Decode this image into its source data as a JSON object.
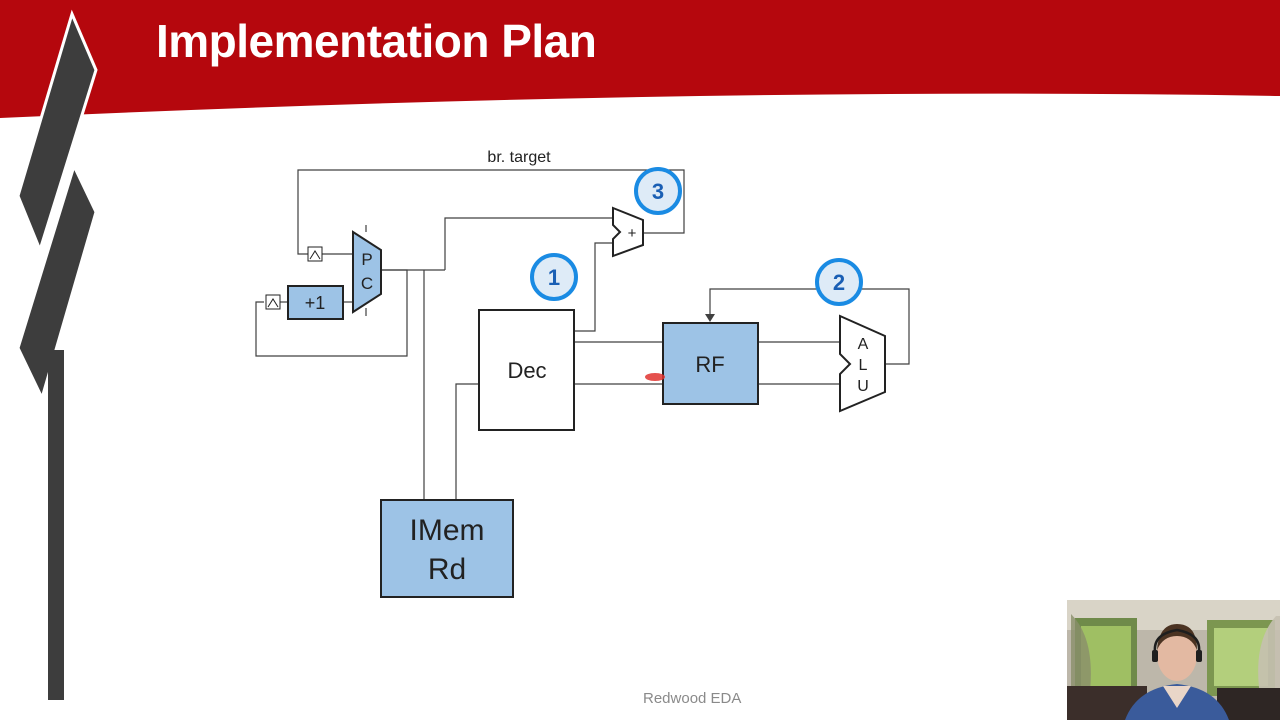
{
  "slide": {
    "title": "Implementation Plan",
    "footer": "Redwood EDA"
  },
  "diagram": {
    "wire_label": "br. target",
    "blocks": {
      "pc_mux": [
        "P",
        "C"
      ],
      "incrementer": "+1",
      "adder": "+",
      "decoder": "Dec",
      "register_file": "RF",
      "alu": [
        "A",
        "L",
        "U"
      ],
      "imem": [
        "IMem",
        "Rd"
      ]
    },
    "step_markers": [
      "1",
      "2",
      "3"
    ]
  },
  "colors": {
    "banner_red": "#b5070d",
    "block_fill": "#9dc3e6",
    "marker_ring": "#1a8be3",
    "marker_fill": "#deebf7",
    "stripe_gray": "#3d3d3d"
  }
}
